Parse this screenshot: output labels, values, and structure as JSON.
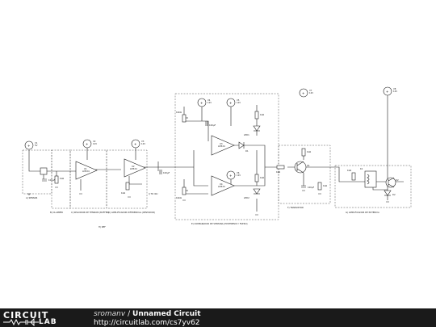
{
  "schematic": {
    "blocks": {
      "sensor": "A) SENSOR",
      "clamp": "B) CLAMPER",
      "follower": "C) SEGUIDOR DE TENSION (BUFFER)",
      "amp_diff": "D) AMPLIFICADOR DIFERENCIAL (RESTADOR)",
      "comparator": "E) COMPARADOR DE VENTANA (HISTERESIS Y FILTRO)",
      "transistor": "F) TRANSISTOR",
      "power": "G) AMPLIFICADOR DE POTENCIA",
      "output_v": "I) TO I4U",
      "ref_label": "H) REF"
    },
    "opamps": [
      {
        "ref": "U1",
        "part": "LM324"
      },
      {
        "ref": "U2",
        "part": "LM324"
      },
      {
        "ref": "U3",
        "part": "LM324"
      },
      {
        "ref": "U4",
        "part": "LM324"
      }
    ],
    "sources": [
      {
        "ref": "V1",
        "value": "5V"
      },
      {
        "ref": "V2",
        "value": "12V"
      },
      {
        "ref": "V3",
        "value": "12V"
      },
      {
        "ref": "V4",
        "value": "12V"
      },
      {
        "ref": "V5",
        "value": "12V"
      },
      {
        "ref": "V6",
        "value": "12V"
      },
      {
        "ref": "V7",
        "value": "12V"
      },
      {
        "ref": "V8",
        "value": "12V"
      }
    ],
    "parts": {
      "q1": "Q1",
      "q2": "Q2",
      "d1": "D1",
      "d2": "D2",
      "led1": "LED1",
      "led2": "LED2",
      "k1": "K1",
      "r_generic": "1kΩ",
      "c_generic": "100µF",
      "pot": "10kΩ"
    }
  },
  "footer": {
    "logo_top": "CIRCUIT",
    "logo_bottom": "LAB",
    "author": "sromanv",
    "separator": "/",
    "title": "Unnamed Circuit",
    "url": "http://circuitlab.com/cs7yv62"
  }
}
